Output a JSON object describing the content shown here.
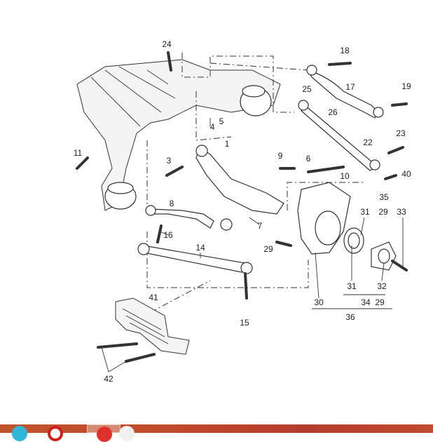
{
  "diagram": {
    "callouts": {
      "c24": "24",
      "c18": "18",
      "c19": "19",
      "c17": "17",
      "c25": "25",
      "c26": "26",
      "c4": "4",
      "c5": "5",
      "c1": "1",
      "c23": "23",
      "c22": "22",
      "c11": "11",
      "c3": "3",
      "c9": "9",
      "c6": "6",
      "c10": "10",
      "c40": "40",
      "c35": "35",
      "c8": "8",
      "c31a": "31",
      "c29a": "29",
      "c33": "33",
      "c7": "7",
      "c16": "16",
      "c29b": "29",
      "c14": "14",
      "c31b": "31",
      "c32": "32",
      "c41": "41",
      "c30": "30",
      "c34": "34",
      "c29c": "29",
      "c36": "36",
      "c15": "15",
      "c42": "42"
    }
  },
  "taskbar": {
    "icons": [
      "edge-browser-icon",
      "opera-browser-icon",
      "app-icon-active",
      "chrome-like-icon"
    ],
    "colors": {
      "bar": "#c04a2c",
      "active": "#d68a74"
    }
  }
}
